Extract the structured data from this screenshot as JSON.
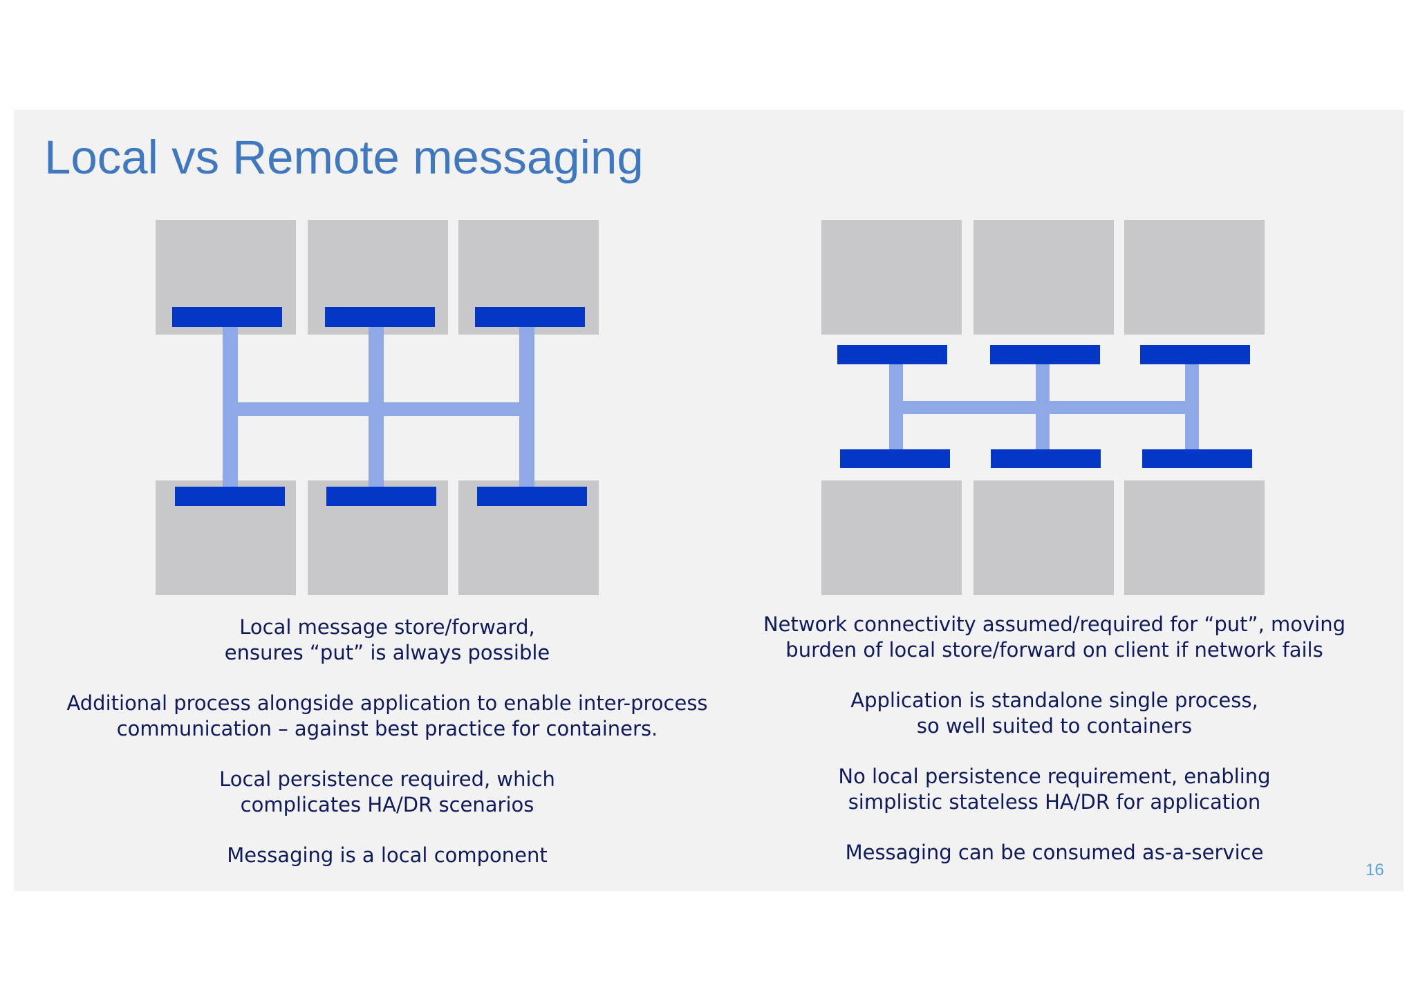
{
  "slide": {
    "title": "Local vs Remote messaging",
    "page_number": "16"
  },
  "colors": {
    "title": "#3f78bf",
    "box": "#c8c7ca",
    "queue": "#0437c6",
    "connector": "#8fa8e6",
    "text": "#0e1a5c",
    "background": "#f2f2f3"
  },
  "local": {
    "descriptions": [
      "Local message store/forward,\nensures “put” is always possible",
      "Additional process alongside application to enable inter-process\ncommunication – against best practice for containers.",
      "Local persistence required, which\ncomplicates HA/DR scenarios",
      "Messaging is a local component"
    ]
  },
  "remote": {
    "descriptions": [
      "Network connectivity assumed/required for “put”, moving\nburden of local store/forward on client if network fails",
      "Application is standalone single process,\nso well suited to containers",
      "No local persistence requirement, enabling\nsimplistic stateless HA/DR for application",
      "Messaging can be consumed as-a-service"
    ]
  }
}
